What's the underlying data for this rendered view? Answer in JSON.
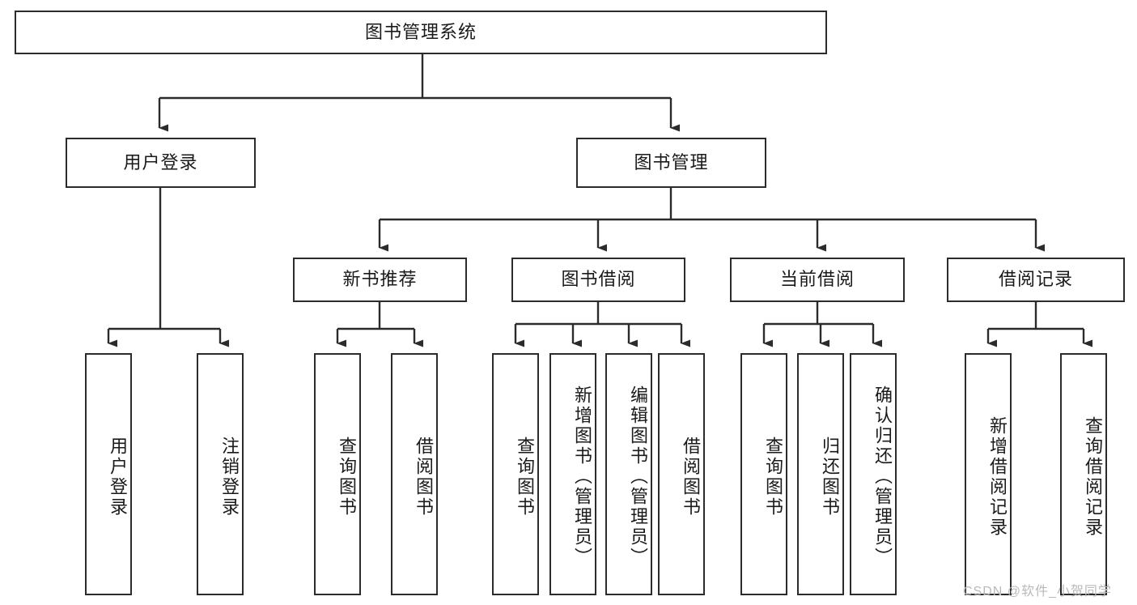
{
  "diagram": {
    "title": "图书管理系统",
    "type": "功能结构图",
    "colors": {
      "box_border": "#2b2b2b",
      "box_fill": "#ffffff",
      "connector": "#2b2b2b",
      "watermark": "#b9b9b9",
      "background": "#ffffff"
    },
    "watermark": "CSDN @软件_小贺同学",
    "root": {
      "label": "图书管理系统"
    },
    "level2": [
      {
        "label": "用户登录"
      },
      {
        "label": "图书管理"
      }
    ],
    "level3": [
      {
        "label": "新书推荐"
      },
      {
        "label": "图书借阅"
      },
      {
        "label": "当前借阅"
      },
      {
        "label": "借阅记录"
      }
    ],
    "leaves": {
      "user_login": [
        {
          "label": "用户登录"
        },
        {
          "label": "注销登录"
        }
      ],
      "new_book_recommend": [
        {
          "label": "查询图书"
        },
        {
          "label": "借阅图书"
        }
      ],
      "book_borrow": [
        {
          "label": "查询图书"
        },
        {
          "label": "新增图书（管理员）"
        },
        {
          "label": "编辑图书（管理员）"
        },
        {
          "label": "借阅图书"
        }
      ],
      "current_borrow": [
        {
          "label": "查询图书"
        },
        {
          "label": "归还图书"
        },
        {
          "label": "确认归还（管理员）"
        }
      ],
      "borrow_record": [
        {
          "label": "新增借阅记录"
        },
        {
          "label": "查询借阅记录"
        }
      ]
    }
  }
}
